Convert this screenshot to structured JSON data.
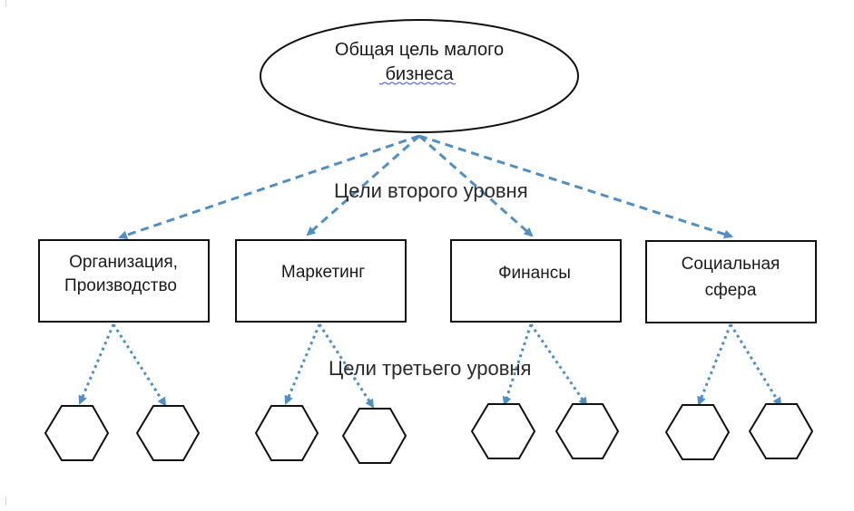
{
  "diagram": {
    "root": {
      "line1": "Общая цель малого",
      "line2": "бизнеса"
    },
    "level2_caption": "Цели второго уровня",
    "level3_caption": "Цели третьего уровня",
    "boxes": [
      {
        "line1": "Организация,",
        "line2": "Производство"
      },
      {
        "line1": "Маркетинг",
        "line2": ""
      },
      {
        "line1": "Финансы",
        "line2": ""
      },
      {
        "line1": "Социальная",
        "line2": "сфера"
      }
    ],
    "colors": {
      "arrow": "#4f8fc4",
      "stroke": "#111111",
      "spellcheck_underline": "#3f51d8"
    }
  }
}
